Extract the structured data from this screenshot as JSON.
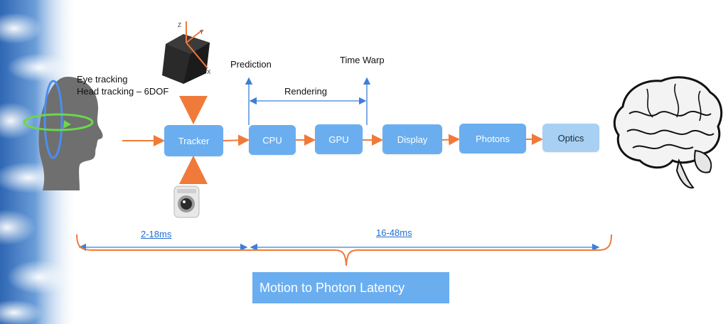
{
  "head_labels": {
    "eye_tracking": "Eye tracking",
    "head_tracking": "Head tracking – 6DOF"
  },
  "labels": {
    "prediction": "Prediction",
    "rendering": "Rendering",
    "time_warp": "Time Warp"
  },
  "pipeline": {
    "tracker": "Tracker",
    "cpu": "CPU",
    "gpu": "GPU",
    "display": "Display",
    "photons": "Photons",
    "optics": "Optics"
  },
  "sensor_axes": {
    "x": "X",
    "y": "Y",
    "z": "Z"
  },
  "timing": {
    "short": "2-18ms",
    "long": "16-48ms"
  },
  "latency_label": "Motion to Photon Latency",
  "colors": {
    "box": "#6aaef0",
    "optics_box": "#a7d0f3",
    "orange_arrow": "#f07a3a",
    "blue_line": "#3d7fd6",
    "head": "#6f6f6f",
    "sky": "#3f78c4"
  },
  "icons": {
    "head": "human-head-silhouette-icon",
    "brain": "brain-icon",
    "sensor": "imu-sensor-cube-icon",
    "camera": "camera-icon"
  }
}
